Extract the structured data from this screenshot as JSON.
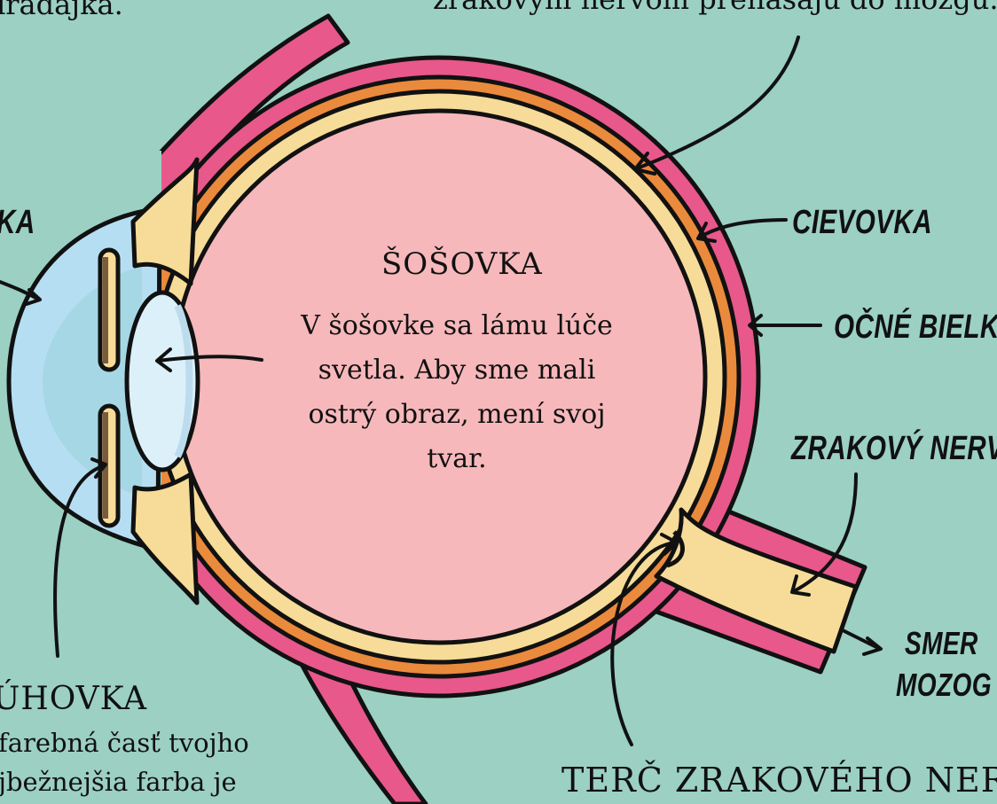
{
  "colors": {
    "background": "#9bd0c3",
    "sclera_pink": "#e8588a",
    "choroid_orange": "#ea8a3c",
    "retina_yellow": "#f6dc98",
    "vitreous_pink": "#f6b8bb",
    "cornea_blue": "#b6def2",
    "aqueous_blue": "#a6d7e4",
    "lens_blue": "#dcf0fa",
    "outline": "#111111"
  },
  "labels": {
    "top_left_fragment": "ıradajka.",
    "top_right_fragment": "zrakovým nervom prenášajú do mozgu.",
    "left_edge_fragment": "KA",
    "lens_title": "ŠOŠOVKA",
    "lens_text_lines": [
      "V šošovke sa lámu lúče",
      "svetla. Aby sme mali",
      "ostrý obraz, mení svoj",
      "tvar."
    ],
    "choroid": "CIEVOVKA",
    "sclera": "OČNÉ BIELKO",
    "optic_nerve": "ZRAKOVÝ NERV",
    "direction_line1": "SMER",
    "direction_line2": "MOZOG",
    "optic_disc": "TERČ ZRAKOVÉHO NERVU",
    "iris_title": "ÚHOVKA",
    "iris_text_lines": [
      "farebná časť tvojho",
      "jbežnejšia farba je"
    ]
  }
}
